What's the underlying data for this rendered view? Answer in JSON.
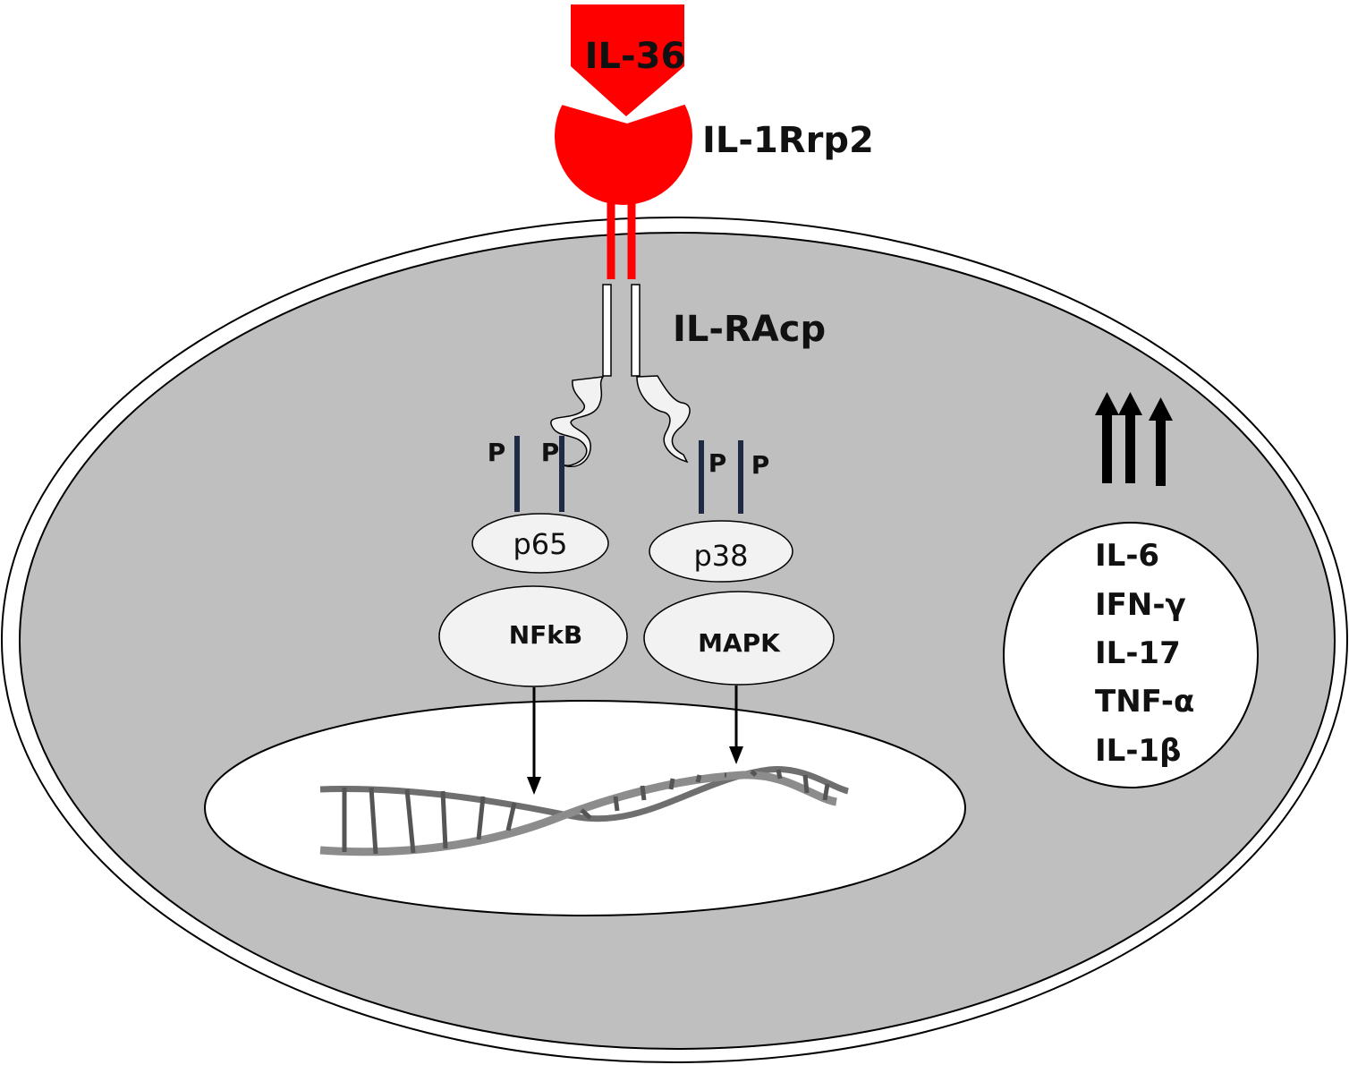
{
  "ligand": {
    "label": "IL-36"
  },
  "receptor": {
    "label": "IL-1Rrp2"
  },
  "coreceptor": {
    "label": "IL-RAcp"
  },
  "phospho": {
    "label": "P"
  },
  "left_pathway": {
    "kinase": "p65",
    "factor": "NFkB"
  },
  "right_pathway": {
    "kinase": "p38",
    "factor": "MAPK"
  },
  "cytokines": [
    "IL-6",
    "IFN-γ",
    "IL-17",
    "TNF-α",
    "IL-1β"
  ],
  "colors": {
    "receptor_red": "#ff0000",
    "cell_fill": "#bfbfbf",
    "nucleus_fill": "#ffffff",
    "node_fill": "#f2f2f2",
    "phospho_stick": "#1f2a44"
  },
  "icons": {
    "upregulation": "triple-up-arrow-icon",
    "dna": "dna-helix-icon"
  }
}
